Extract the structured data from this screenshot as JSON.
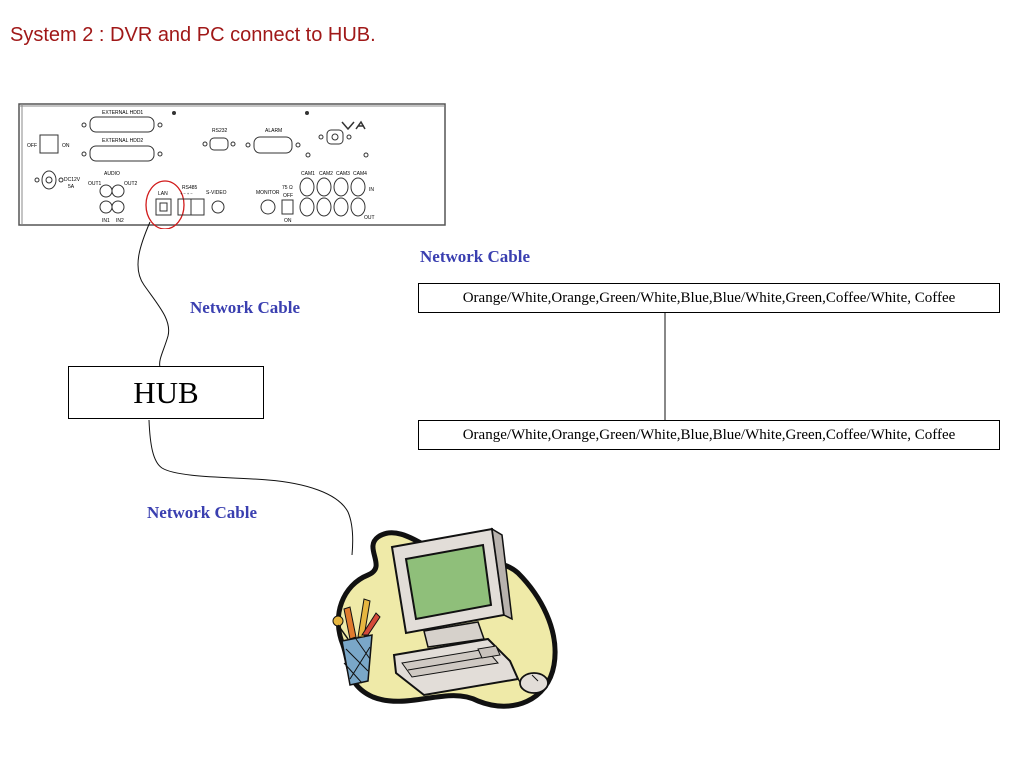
{
  "title": "System 2 : DVR and PC connect to HUB.",
  "labels": {
    "cable_top_right": "Network Cable",
    "cable_dvr_hub": "Network Cable",
    "cable_hub_pc": "Network Cable"
  },
  "wiring": {
    "end_a": "Orange/White,Orange,Green/White,Blue,Blue/White,Green,Coffee/White, Coffee",
    "end_b": "Orange/White,Orange,Green/White,Blue,Blue/White,Green,Coffee/White, Coffee"
  },
  "hub": {
    "label": "HUB"
  },
  "dvr_panel": {
    "external_hdd1": "EXTERNAL HDD1",
    "external_hdd2": "EXTERNAL HDD2",
    "rs232": "RS232",
    "alarm": "ALARM",
    "off": "OFF",
    "on": "ON",
    "dc12v": "DC12V",
    "amp": "5A",
    "audio": "AUDIO",
    "out1": "OUT1",
    "out2": "OUT2",
    "in1": "IN1",
    "in2": "IN2",
    "lan": "LAN",
    "rs485": "RS485",
    "svideo": "S-VIDEO",
    "monitor": "MONITOR",
    "ohm": "75 Ω",
    "ohm_off": "OFF",
    "ohm_on": "ON",
    "cam1": "CAM1",
    "cam2": "CAM2",
    "cam3": "CAM3",
    "cam4": "CAM4",
    "in": "IN",
    "out": "OUT"
  },
  "colors": {
    "title": "#a01818",
    "cable_label": "#3a3fb0",
    "lan_highlight": "#d11a1a",
    "blob": "#efeaa8",
    "screen": "#8fbf7a",
    "computer": "#e2ddd8"
  },
  "icons": [
    "dvr-rear-panel",
    "computer-clipart-icon",
    "pencil-cup-icon",
    "mouse-icon"
  ]
}
